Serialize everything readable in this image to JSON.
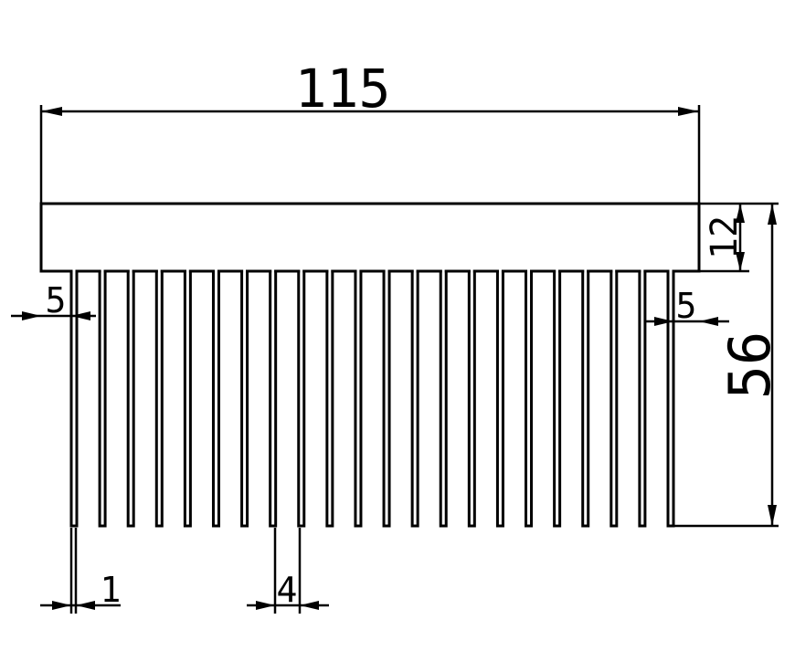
{
  "drawing": {
    "dimensions": {
      "overall_width": "115",
      "base_thickness": "12",
      "overall_height": "56",
      "left_margin": "5",
      "right_margin": "5",
      "fin_thickness": "1",
      "fin_gap": "4"
    },
    "fin_count": 22,
    "colors": {
      "line": "#000000",
      "background": "#ffffff"
    }
  }
}
